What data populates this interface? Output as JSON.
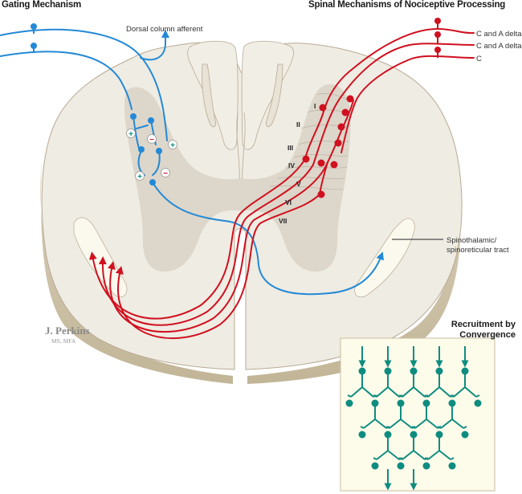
{
  "titles": {
    "gating": "Gating Mechanism",
    "spinal": "Spinal Mechanisms of Nociceptive Processing",
    "recruitment_line1": "Recruitment by",
    "recruitment_line2": "Convergence"
  },
  "labels": {
    "dorsal_column": "Dorsal column afferent",
    "tract": "Spinothalamic/ spinoreticular tract",
    "fibers": [
      "C and A delta",
      "C and A delta",
      "C"
    ]
  },
  "laminae": [
    "I",
    "II",
    "III",
    "IV",
    "V",
    "VI",
    "VII"
  ],
  "synapse_signs": {
    "excitatory": "+",
    "inhibitory": "−"
  },
  "signature": {
    "name": "J. Perkins",
    "degree": "MS, MFA"
  },
  "colors": {
    "gating_fiber": "#2389d6",
    "nociceptive_fiber": "#d0101f",
    "convergence_fiber": "#0e8c80",
    "cord_white_matter": "#efece3",
    "cord_gray_matter": "#ddd6ca",
    "cord_outline": "#b8aa94",
    "tract_fill": "#fbf9ee",
    "inset_background": "#fdfbe9"
  }
}
